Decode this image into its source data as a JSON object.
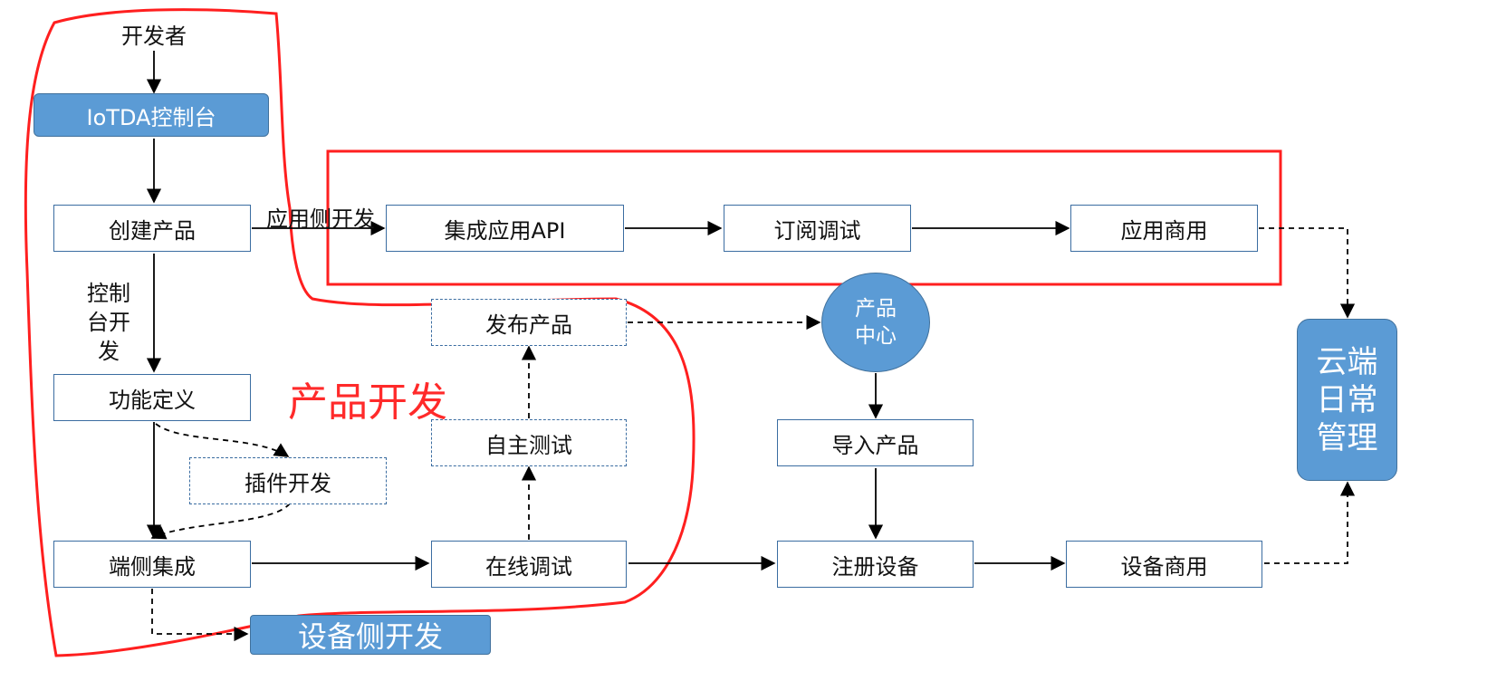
{
  "nodes": {
    "developer": "开发者",
    "iotda_console": "IoTDA控制台",
    "create_product": "创建产品",
    "define_functions": "功能定义",
    "plugin_dev": "插件开发",
    "device_integration": "端侧集成",
    "device_side_dev": "设备侧开发",
    "online_debug": "在线调试",
    "self_test": "自主测试",
    "publish_product": "发布产品",
    "integrate_api": "集成应用API",
    "subscribe_debug": "订阅调试",
    "app_commercial": "应用商用",
    "product_center": "产品\n中心",
    "import_product": "导入产品",
    "register_device": "注册设备",
    "device_commercial": "设备商用",
    "cloud_management": "云端\n日常\n管理"
  },
  "edge_labels": {
    "app_side_dev": "应用侧开发",
    "console_dev": "控制\n台开\n发"
  },
  "annotation": "产品开发",
  "colors": {
    "box_border": "#3b6da1",
    "fill_blue": "#5b9bd5",
    "annotation_red": "#ff2a2a"
  }
}
